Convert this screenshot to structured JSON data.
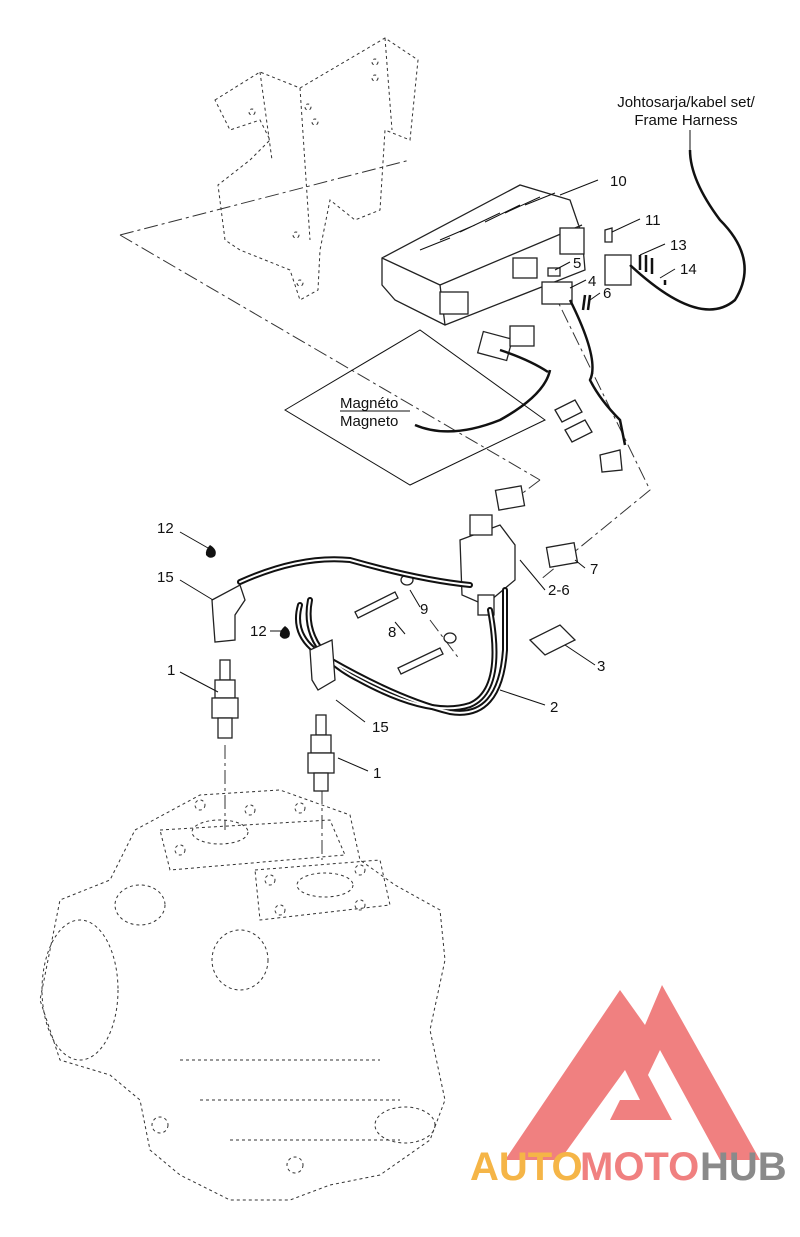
{
  "callouts": {
    "c1a": "1",
    "c1b": "1",
    "c2": "2",
    "c2_6": "2-6",
    "c3": "3",
    "c4": "4",
    "c5": "5",
    "c6": "6",
    "c7": "7",
    "c8": "8",
    "c9": "9",
    "c10": "10",
    "c11": "11",
    "c12a": "12",
    "c12b": "12",
    "c13": "13",
    "c14": "14",
    "c15a": "15",
    "c15b": "15"
  },
  "labels": {
    "harness_line1": "Johtosarja/kabel set/",
    "harness_line2": "Frame Harness",
    "magneto_line1": "Magnéto",
    "magneto_line2": "Magneto"
  },
  "watermark": {
    "part1": "AUTO",
    "part2": "MOTO",
    "part3": "HUB",
    "color_orange": "#f5b547",
    "color_red": "#f08080",
    "color_gray": "#8a8a8a"
  }
}
